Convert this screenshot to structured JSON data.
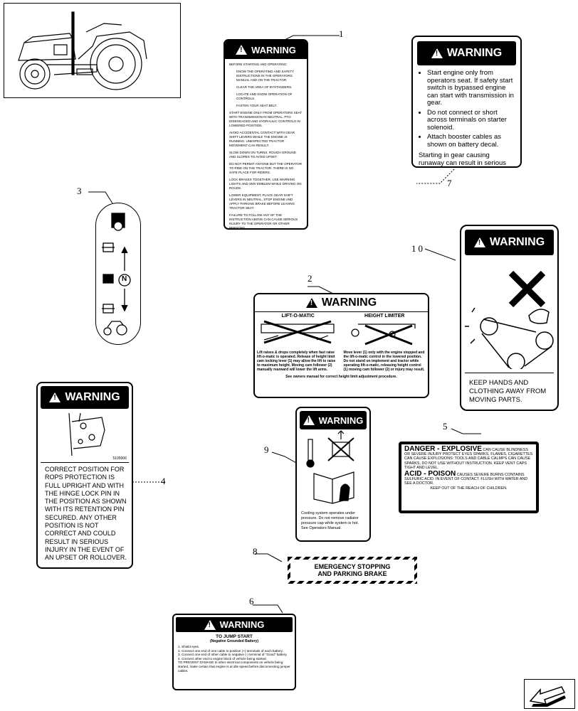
{
  "callouts": [
    "1",
    "2",
    "3",
    "4",
    "5",
    "6",
    "7",
    "8",
    "9",
    "10"
  ],
  "warning_word": "WARNING",
  "decal1": {
    "items": [
      "BEFORE STARTING AND OPERATING:",
      "KNOW THE OPERATING AND SAFETY INSTRUCTIONS IN THE OPERATORS MANUAL AND ON THE TRACTOR.",
      "CLEAR THE AREA OF BYSTANDERS.",
      "LOCATE AND KNOW OPERATION OF CONTROLS.",
      "FASTEN YOUR SEAT BELT.",
      "START ENGINE ONLY FROM OPERATORS SEAT WITH TRANSMISSION IN NEUTRAL, PTO DISENGAGED AND HYDRAULIC CONTROLS IN LOWERED POSITION.",
      "AVOID ACCIDENTAL CONTACT WITH GEAR SHIFT LEVERS WHILE THE ENGINE IS RUNNING. UNEXPECTED TRACTOR MOVEMENT CAN RESULT.",
      "SLOW DOWN ON TURNS, ROUGH GROUND AND SLOPES TO AVOID UPSET.",
      "DO NOT PERMIT ANYONE BUT THE OPERATOR TO RIDE ON THE TRACTOR. THERE IS NO SAFE PLACE FOR RIDERS.",
      "LOCK BRAKES TOGETHER, USE WARNING LIGHTS AND SMV EMBLEM WHILE DRIVING ON ROADS.",
      "LOWER EQUIPMENT, PLACE GEAR SHIFT LEVERS IN NEUTRAL, STOP ENGINE AND APPLY PARKING BRAKE BEFORE LEAVING TRACTOR SEAT.",
      "FAILURE TO FOLLOW ANY OF THE INSTRUCTION ABOVE CAN CAUSE SERIOUS INJURY TO THE OPERATOR OR OTHER PERSONS."
    ]
  },
  "decal7": {
    "bullets": [
      "Start engine only from operators seat. If safety start switch is bypassed engine can start with transmission in gear.",
      "Do not connect or short across terminals on starter solenoid.",
      "Attach booster cables as shown on battery decal."
    ],
    "footer": "Starting in gear causing runaway can result in serious ingury."
  },
  "decal10": {
    "text": "KEEP HANDS AND CLOTHING AWAY FROM MOVING PARTS."
  },
  "decal2": {
    "left_label": "LIFT-O-MATIC",
    "right_label": "HEIGHT LIMITER",
    "left_text": "Lift raises & drops completely when fast raise lift-o-matic is operated. Release of height limit cam locking lever (1) may allow the lift to raise to maximum height. Moving cam follower (2) manually rearward will lower the lift arms.",
    "right_text": "Move lever (1) only with the engine stopped and the lift-o-matic control in the lowered position. Do not stand on implement and tractor while operating lift-o-matic, releasing height control (1) moving cam follower (2) or injury may result.",
    "footer": "See owners manual for correct height limit adjustment procedure."
  },
  "decal3": {
    "neutral": "N"
  },
  "decal4": {
    "code": "5105006",
    "text": "CORRECT POSITION FOR ROPS PROTECTION IS FULL UPRIGHT AND WITH THE HINGE LOCK PIN IN THE POSITION AS SHOWN WITH ITS RETENTION PIN SECURED. ANY OTHER POSITION IS NOT CORRECT AND COULD RESULT IN SERIOUS INJURY IN THE EVENT OF AN UPSET OR ROLLOVER."
  },
  "decal9": {
    "text": "Cooling system operates under pressure. Do not remove radiator pressure cap while system is hot. See Operators Manual."
  },
  "decal5": {
    "danger_title": "DANGER - EXPLOSIVE",
    "danger_text": "CAN CAUSE BLINDNESS OR SEVERE INJURY PROTECT EYES SPARKS, FLAMES, CIGARETTES CAN CAUSE EXPLOSIONS: TOOLS AND CABLE CALMPS CAN CAUSE SPARKS, DO NOT USE WITHOUT INSTRUCTION. KEEP VENT CAPS TIGHT AND LEVEL.",
    "acid_title": "ACID - POISON",
    "acid_text": "CAUSES SEVERE BURNS CONTAINS SULFURIC ACID. IN EVENT OF CONTACT. FLUSH WITH WATER AND SEE A DOCTOR.",
    "acid_footer": "KEEP OUT OF THE REACH OF CHILDREN."
  },
  "decal8": {
    "line1": "EMERGENCY STOPPING",
    "line2": "AND PARKING BRAKE"
  },
  "decal6": {
    "title": "TO JUMP START",
    "subtitle": "(Negative Grounded Battery)",
    "steps": [
      "1. Shield eyes.",
      "2. Connect one end of one cable to positive (+) terminals of each battery.",
      "3. Connect one end of other cable to negative (-) terminal of \"Good\" battery.",
      "4. Connect other end to engine block of vehicle being started.",
      "TO PREVENT DAMAGE to other electrical components on vehicle being started, make certain that engine is at idle speed before disconnecting jumper cables."
    ]
  },
  "icons": [
    "tractor-thumbnail-icon",
    "next-page-arrow-icon"
  ]
}
